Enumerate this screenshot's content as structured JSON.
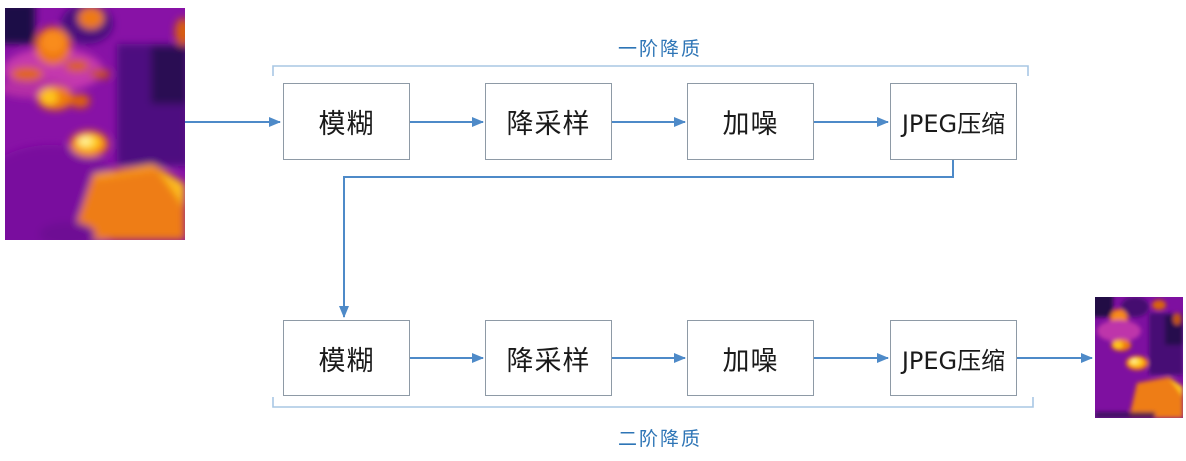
{
  "diagram": {
    "stage_rows": [
      {
        "id": "first-order",
        "bracket_label": "一阶降质",
        "stages": [
          "模糊",
          "降采样",
          "加噪",
          "JPEG压缩"
        ]
      },
      {
        "id": "second-order",
        "bracket_label": "二阶降质",
        "stages": [
          "模糊",
          "降采样",
          "加噪",
          "JPEG压缩"
        ]
      }
    ],
    "images": {
      "input_icon": "input-thermal-image",
      "output_icon": "output-thermal-image"
    },
    "colors": {
      "arrow": "#4E8AC8",
      "bracket": "#A8C7E4",
      "bracket_label_text": "#2E75B6",
      "box_border": "#8E9AA6",
      "box_text": "#1A1A1A",
      "thermal_palette": [
        "#8812A6",
        "#C437AE",
        "#EE7D12",
        "#FFD427",
        "#2B0D52"
      ]
    }
  }
}
